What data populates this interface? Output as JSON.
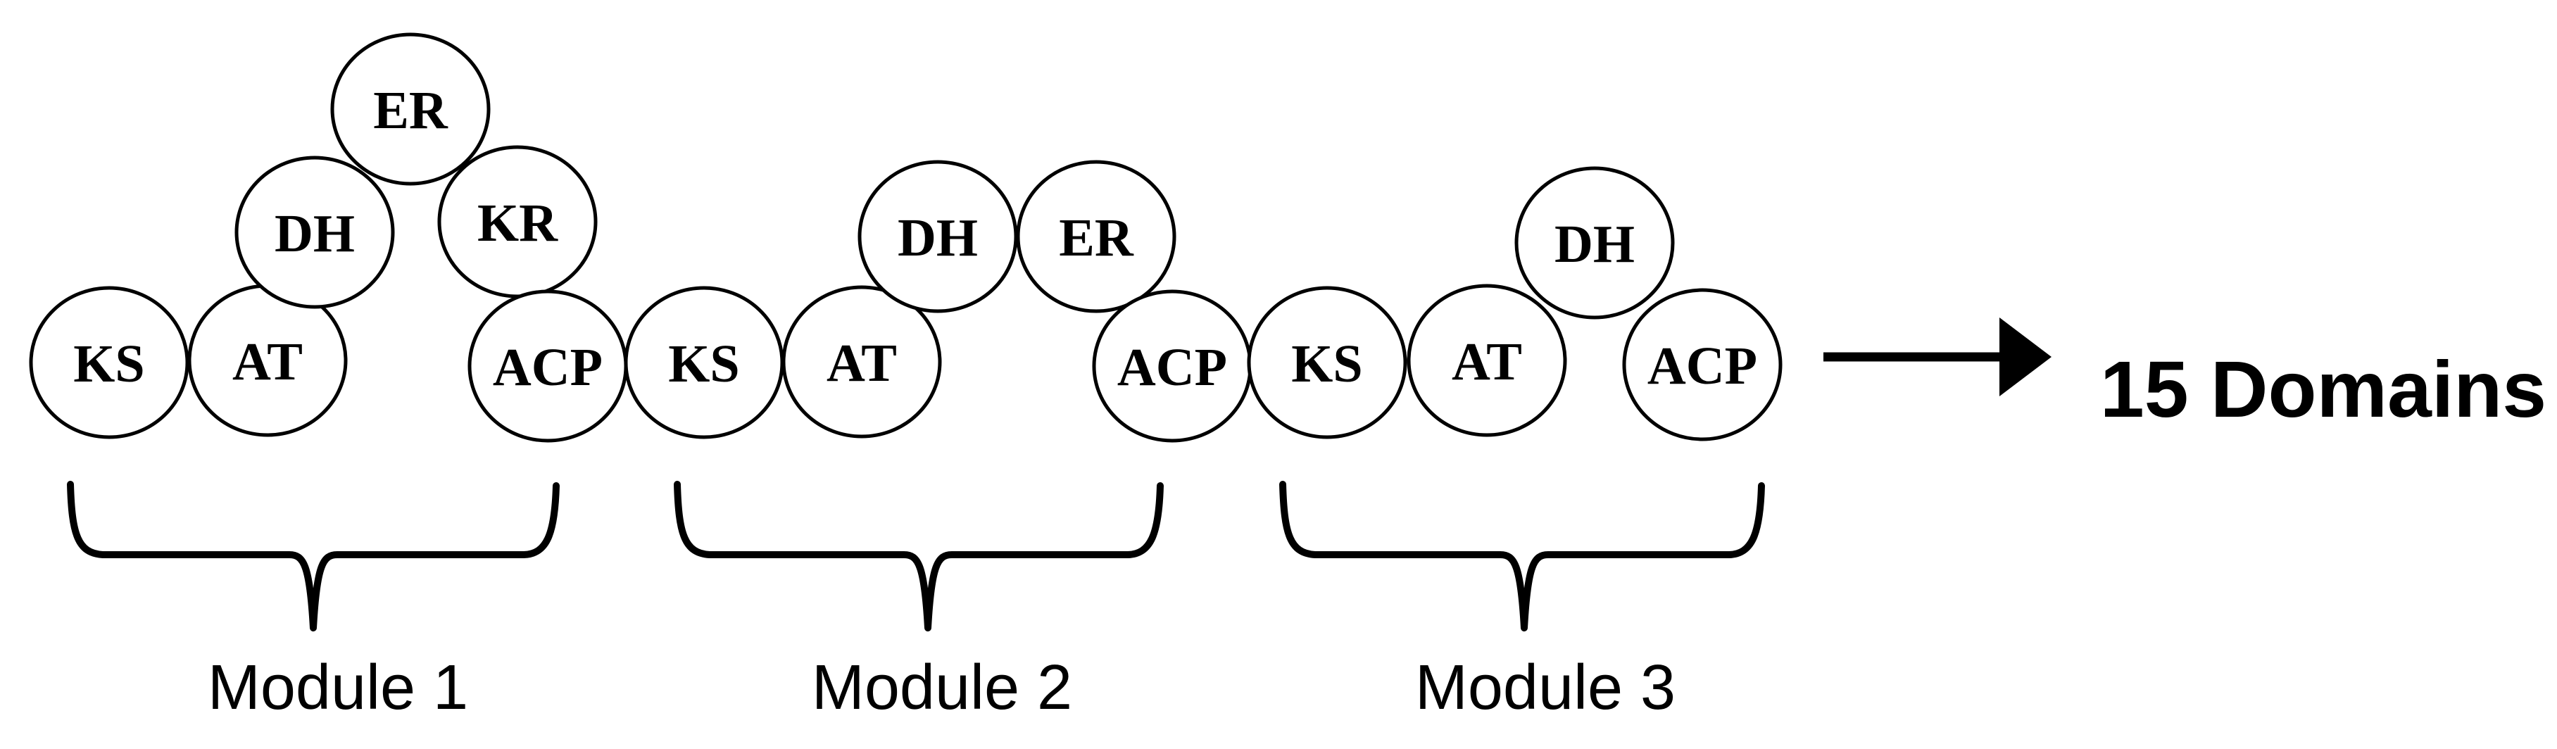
{
  "diagram": {
    "background_color": "#ffffff",
    "line_color": "#000000",
    "modules": [
      {
        "label": "Module 1",
        "domains": [
          {
            "label": "KS"
          },
          {
            "label": "AT"
          },
          {
            "label": "DH"
          },
          {
            "label": "ER"
          },
          {
            "label": "KR"
          },
          {
            "label": "ACP"
          }
        ]
      },
      {
        "label": "Module 2",
        "domains": [
          {
            "label": "KS"
          },
          {
            "label": "AT"
          },
          {
            "label": "DH"
          },
          {
            "label": "ER"
          },
          {
            "label": "ACP"
          }
        ]
      },
      {
        "label": "Module 3",
        "domains": [
          {
            "label": "KS"
          },
          {
            "label": "AT"
          },
          {
            "label": "DH"
          },
          {
            "label": "ACP"
          }
        ]
      }
    ],
    "arrow_icon": "right-arrow",
    "result_label": "15 Domains"
  }
}
